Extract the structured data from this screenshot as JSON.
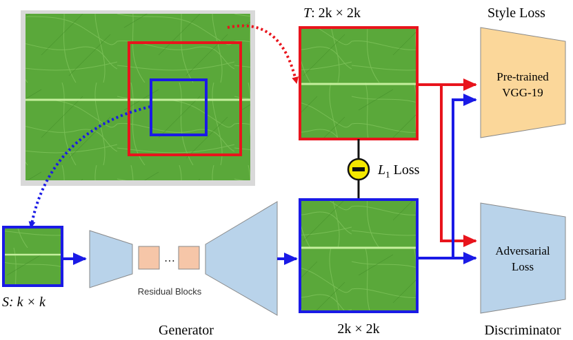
{
  "labels": {
    "target_prefix": "T",
    "target_size": ": 2k × 2k",
    "style_loss": "Style Loss",
    "vgg_line1": "Pre-trained",
    "vgg_line2": "VGG-19",
    "l1_symbol": "L",
    "l1_sub": "1",
    "l1_loss": " Loss",
    "adv_line1": "Adversarial",
    "adv_line2": "Loss",
    "residual_blocks": "Residual Blocks",
    "residual_dots": "…",
    "source_prefix": "S",
    "source_size": ": k × k",
    "generator": "Generator",
    "output_size": "2k × 2k",
    "discriminator": "Discriminator"
  },
  "colors": {
    "red": "#e8141c",
    "blue": "#1a1ae6",
    "vgg_fill": "#fbd79a",
    "net_fill": "#b9d3ea",
    "residual_fill": "#f6c6a8",
    "l1_fill": "#f5e800",
    "leaf_base": "#5aa83a"
  },
  "icons": {
    "leaf_image": "leaf-texture-image",
    "subtract": "minus-circle-icon"
  }
}
